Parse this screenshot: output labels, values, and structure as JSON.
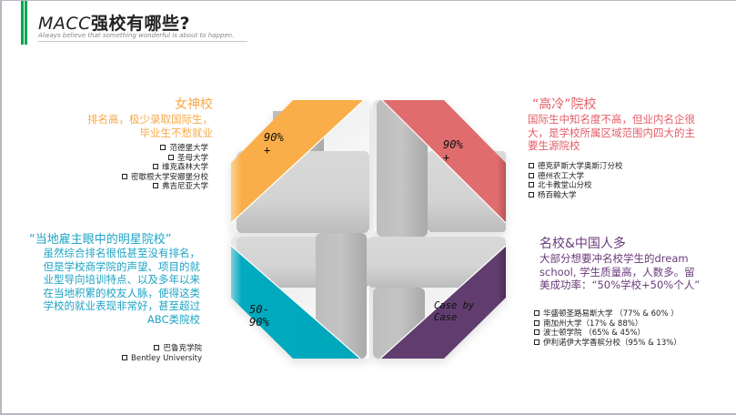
{
  "header": {
    "title_latin": "MACC",
    "title_cn": "强校有哪些?",
    "subtitle": "Always believe that something wonderful is about to happen.",
    "accent_color": "#00a64f"
  },
  "colors": {
    "orange": "#f9ae4a",
    "pink": "#e06c6e",
    "teal": "#05aabf",
    "purple": "#613d6e",
    "ribbon_grey": "#cfcfcf"
  },
  "quadrants": {
    "top_left": {
      "heading": "女神校",
      "description": "排名高，极少录取国际生，毕业生不愁就业",
      "description_lines": [
        "排名高，极少录取国际生，",
        "毕业生不愁就业"
      ],
      "rate": "90%",
      "rate_suffix": "+",
      "schools": [
        "范德堡大学",
        "圣母大学",
        "维克森林大学",
        "密歇根大学安娜堡分校",
        "弗吉尼亚大学"
      ]
    },
    "top_right": {
      "heading": "“高冷”院校",
      "description_lines": [
        "国际生中知名度不高，但业内名企很",
        "大，是学校所属区域范围内四大的主",
        "要生源院校"
      ],
      "rate": "90%",
      "rate_suffix": "+",
      "schools": [
        "德克萨斯大学奥斯汀分校",
        "德州农工大学",
        "北卡教堂山分校",
        "杨百翰大学"
      ]
    },
    "bottom_left": {
      "heading": "“当地雇主眼中的明星院校”",
      "description_lines": [
        "虽然综合排名很低甚至没有排名，",
        "但是学校商学院的声望、项目的就",
        "业型导向培训特点、以及多年以来",
        "在当地积累的校友人脉，使得这类",
        "学校的就业表现非常好，甚至超过",
        "ABC类院校"
      ],
      "rate": "50-",
      "rate_line2": "90%",
      "schools": [
        "巴鲁克学院",
        "Bentley University"
      ]
    },
    "bottom_right": {
      "heading": "名校&中国人多",
      "description_lines": [
        "大部分想要冲名校学生的dream",
        "school, 学生质量高，人数多。留",
        "美成功率：“50%学校+50%个人”"
      ],
      "rate": "Case by",
      "rate_line2": "Case",
      "schools": [
        "华盛顿圣路易斯大学 （77% & 60% ）",
        "南加州大学（17% & 88%）",
        "波士顿学院 （65% & 45%）",
        "伊利诺伊大学香槟分校（95% & 13%）"
      ]
    }
  }
}
